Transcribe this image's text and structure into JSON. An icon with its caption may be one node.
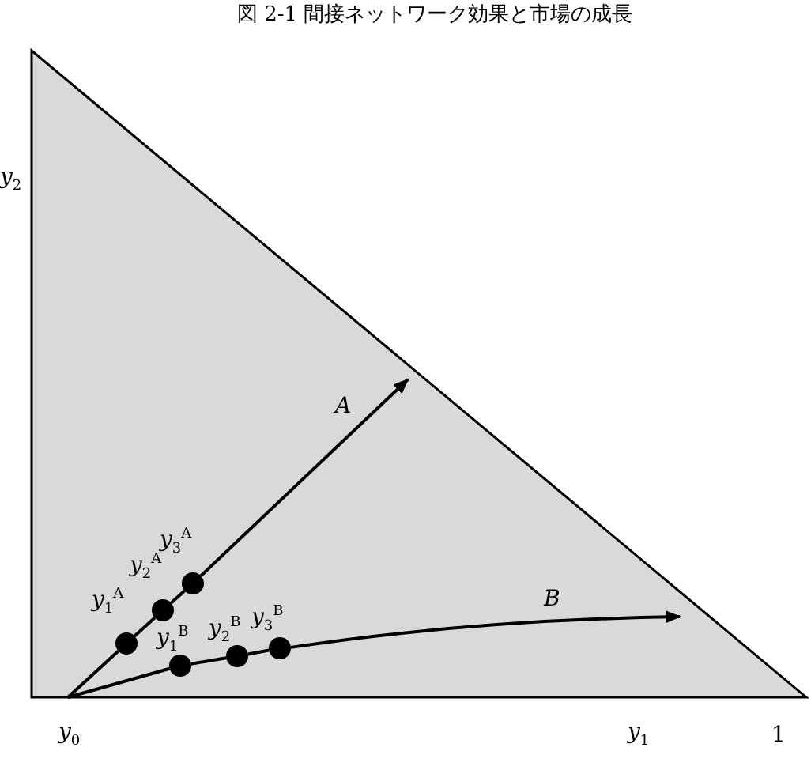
{
  "diagram": {
    "title": "図 2-1 間接ネットワーク効果と市場の成長",
    "nodes": [
      {
        "text": [],
        "shape": "circle",
        "beside": [
          "*y*$_{1}$$^{A}$"
        ]
      },
      {
        "text": [],
        "shape": "circle",
        "beside": [
          "*y*$_{2}$$^{A}$"
        ]
      },
      {
        "text": [],
        "shape": "circle",
        "beside": [
          "*y*$_{3}$$^{A}$"
        ]
      },
      {
        "text": [],
        "shape": "circle",
        "beside": [
          "*y*$_{1}$$^{B}$"
        ]
      },
      {
        "text": [],
        "shape": "circle",
        "beside": [
          "*y*$_{2}$$^{B}$"
        ]
      },
      {
        "text": [],
        "shape": "circle",
        "beside": [
          "*y*$_{3}$$^{B}$"
        ]
      }
    ],
    "edges": [
      {
        "from": null,
        "to": 0,
        "arrow": "none"
      },
      {
        "from": 0,
        "to": 1,
        "arrow": "none"
      },
      {
        "from": 1,
        "to": 2,
        "arrow": "none"
      },
      {
        "from": 2,
        "to": null,
        "arrow": "to",
        "label": "*A*"
      },
      {
        "from": null,
        "to": 3,
        "arrow": "none"
      },
      {
        "from": 3,
        "to": 4,
        "arrow": "none"
      },
      {
        "from": 4,
        "to": 5,
        "arrow": "none"
      },
      {
        "from": 5,
        "to": null,
        "arrow": "to",
        "label": "*B*"
      }
    ],
    "labels": [
      "*y*$_{2}$",
      "*y*$_{0}$",
      "*y*$_{1}$",
      "1"
    ]
  }
}
